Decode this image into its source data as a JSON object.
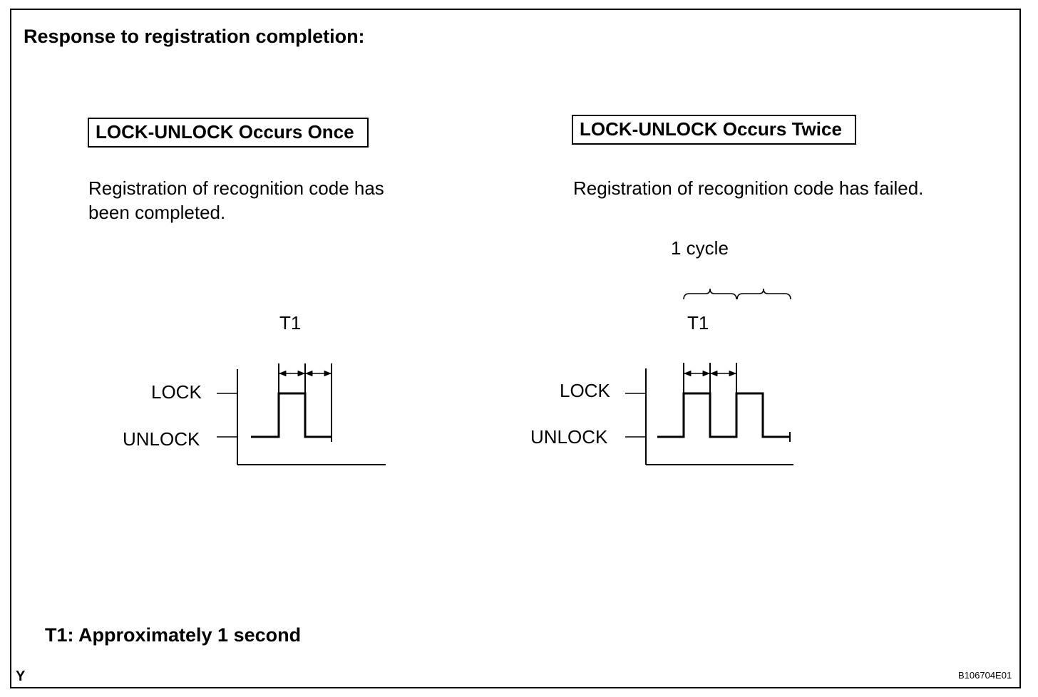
{
  "heading": "Response to registration completion:",
  "panels": [
    {
      "title": "LOCK-UNLOCK Occurs Once",
      "description": "Registration of recognition code has been completed.",
      "timing_label": "T1",
      "lock_label": "LOCK",
      "unlock_label": "UNLOCK",
      "pulse_count": 1
    },
    {
      "title": "LOCK-UNLOCK Occurs Twice",
      "description": "Registration of recognition code has failed.",
      "cycle_label": "1 cycle",
      "timing_label": "T1",
      "lock_label": "LOCK",
      "unlock_label": "UNLOCK",
      "pulse_count": 2
    }
  ],
  "footer": {
    "note": "T1: Approximately 1 second",
    "corner_left": "Y",
    "corner_right": "B106704E01"
  }
}
